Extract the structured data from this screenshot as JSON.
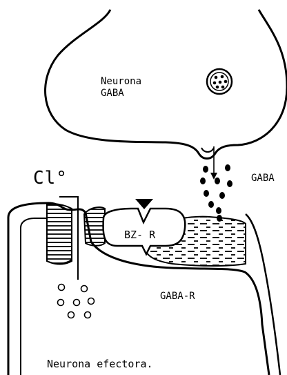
{
  "labels": {
    "neurona_gaba_line1": "Neurona",
    "neurona_gaba_line2": "GABA",
    "gaba": "GABA",
    "chloride": "Cl°",
    "bz_receptor": "BZ- R",
    "gaba_receptor": "GABA-R",
    "effector_neuron": "Neurona efectora."
  },
  "colors": {
    "ink": "#000000",
    "background": "#ffffff"
  }
}
